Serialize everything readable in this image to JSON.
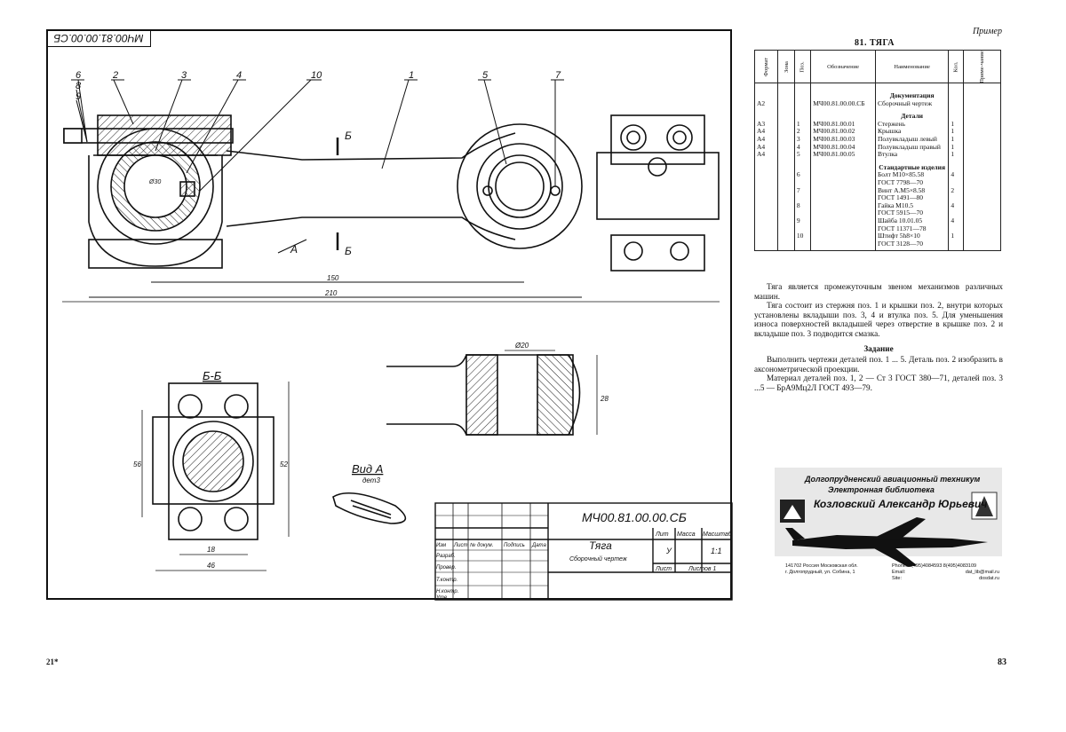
{
  "header": {
    "stamp": "МЧ00.81.00.00.СБ",
    "note": "Пример"
  },
  "section_title": "81. ТЯГА",
  "spec_table": {
    "headers": [
      "Формат",
      "Зона",
      "Поз.",
      "Обозначение",
      "Наименование",
      "Кол.",
      "Приме-чание"
    ],
    "sections": {
      "doc": "Документация",
      "parts": "Детали",
      "std": "Стандартные изделия"
    },
    "doc_row": {
      "format": "A2",
      "designation": "МЧ00.81.00.00.СБ",
      "name": "Сборочный чертеж"
    },
    "parts_rows": [
      {
        "format": "A3",
        "pos": "1",
        "designation": "МЧ00.81.00.01",
        "name": "Стержень",
        "qty": "1"
      },
      {
        "format": "A4",
        "pos": "2",
        "designation": "МЧ00.81.00.02",
        "name": "Крышка",
        "qty": "1"
      },
      {
        "format": "A4",
        "pos": "3",
        "designation": "МЧ00.81.00.03",
        "name": "Полувкладыш левый",
        "qty": "1"
      },
      {
        "format": "A4",
        "pos": "4",
        "designation": "МЧ00.81.00.04",
        "name": "Полувкладыш правый",
        "qty": "1"
      },
      {
        "format": "A4",
        "pos": "5",
        "designation": "МЧ00.81.00.05",
        "name": "Втулка",
        "qty": "1"
      }
    ],
    "std_rows": [
      {
        "pos": "6",
        "name1": "Болт М10×85.58",
        "name2": "ГОСТ 7798—70",
        "qty": "4"
      },
      {
        "pos": "7",
        "name1": "Винт А.М5×8.58",
        "name2": "ГОСТ 1491—80",
        "qty": "2"
      },
      {
        "pos": "8",
        "name1": "Гайка М10.5",
        "name2": "ГОСТ 5915—70",
        "qty": "4"
      },
      {
        "pos": "9",
        "name1": "Шайба 10.01.05",
        "name2": "ГОСТ 11371—78",
        "qty": "4"
      },
      {
        "pos": "10",
        "name1": "Штифт 5h8×10",
        "name2": "ГОСТ 3128—70",
        "qty": "1"
      }
    ]
  },
  "description": {
    "p1": "Тяга является промежуточным звеном механизмов различных машин.",
    "p2": "Тяга состоит из стержня поз. 1 и крышки поз. 2, внутри которых установлены вкладыши поз. 3, 4 и втулка поз. 5. Для уменьшения износа поверхностей вкладышей через отверстие в крышке поз. 2 и вкладыше поз. 3 подводится смазка.",
    "task_title": "Задание",
    "p3": "Выполнить чертежи деталей поз. 1 ... 5. Деталь поз. 2 изобразить в аксонометрической проекции.",
    "p4": "Материал деталей поз. 1, 2 — Ст 3 ГОСТ 380—71, деталей поз. 3 ...5 — БрА9Мц2Л ГОСТ 493—79."
  },
  "drawing": {
    "leaders": [
      "6",
      "8",
      "9",
      "2",
      "3",
      "4",
      "10",
      "1",
      "5",
      "7"
    ],
    "section_mark": "Б",
    "view_arrow": "А",
    "dim_150": "150",
    "dim_210": "210",
    "dim_phi30": "Ø30",
    "section_title": "Б-Б",
    "dim_56": "56",
    "dim_52": "52",
    "dim_18": "18",
    "dim_46": "46",
    "dim_phi20": "Ø20",
    "dim_28": "28",
    "view_a": "Вид А",
    "view_a_sub": "дет3"
  },
  "title_block": {
    "code": "МЧ00.81.00.00.СБ",
    "name": "Тяга",
    "doc_type": "Сборочный чертеж",
    "lit_label": "Лит",
    "mass_label": "Масса",
    "scale_label": "Масштаб",
    "lit_value": "У",
    "scale_value": "1:1",
    "sheet_label": "Лист",
    "sheets_label": "Листов 1",
    "cols": [
      "Изм",
      "Лист",
      "№ докум.",
      "Подпись",
      "Дата"
    ],
    "rows": [
      "Разраб.",
      "Провер.",
      "Т.контр.",
      "Н.контр.",
      "Утв."
    ]
  },
  "library_stamp": {
    "line1": "Долгопрудненский авиационный техникум",
    "line2": "Электронная библиотека",
    "line3": "Козловский Александр Юрьевич",
    "addr1": "141702 Россия Московская обл.",
    "addr2": "г. Долгопрудный, ул. Собина, 1",
    "contact1": "Phone: 8(495)4084593 8(495)4083109",
    "contact2": "Email:",
    "contact3": "Site:",
    "email": "dat_lib@mail.ru",
    "site": "dosdat.ru"
  },
  "page_numbers": {
    "left": "21*",
    "right": "83"
  }
}
